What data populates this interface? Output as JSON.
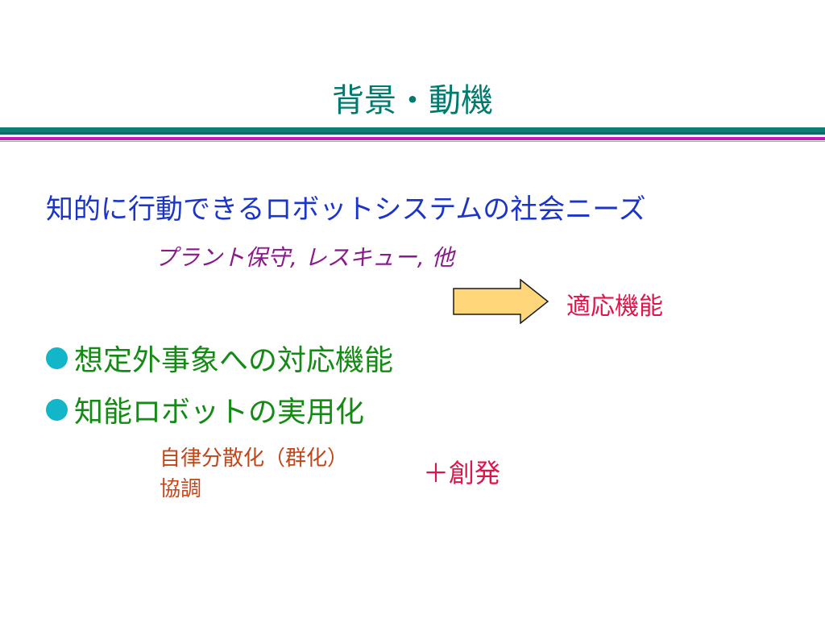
{
  "slide": {
    "title": "背景・動機",
    "heading": "知的に行動できるロボットシステムの社会ニーズ",
    "examples": "プラント保守, レスキュー, 他",
    "arrow_target": "適応機能",
    "bullets": [
      "想定外事象への対応機能",
      "知能ロボットの実用化"
    ],
    "sub_items": [
      "自律分散化（群化）",
      "協調"
    ],
    "emergence": "＋創発"
  },
  "colors": {
    "title": "#007a6e",
    "heading": "#1a35c8",
    "examples": "#8a1a8c",
    "accent_red": "#e0144a",
    "bullet_text": "#138a13",
    "bullet_dot": "#12b6c8",
    "sub_items": "#c2461a",
    "arrow_fill": "#ffd77a",
    "rule_teal": "#0a7f77",
    "rule_magenta": "#c21ac2"
  }
}
